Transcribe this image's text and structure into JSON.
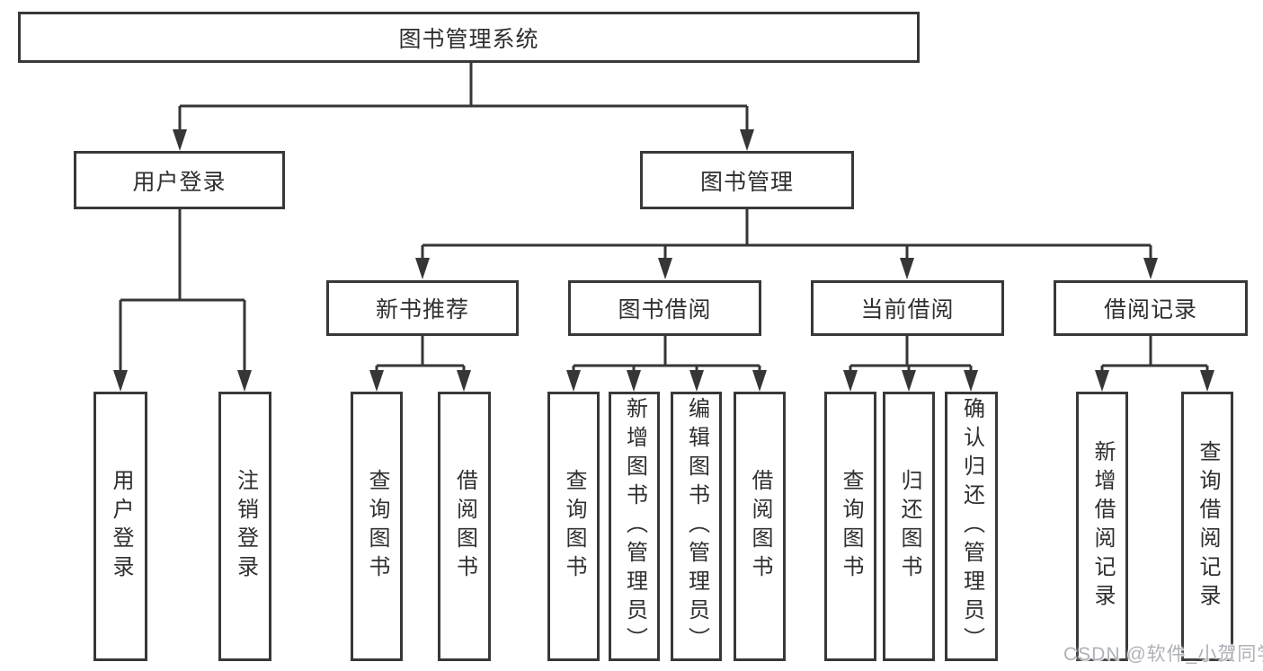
{
  "diagram": {
    "root": {
      "label": "图书管理系统"
    },
    "level2": {
      "user_login": {
        "label": "用户登录"
      },
      "book_management": {
        "label": "图书管理"
      }
    },
    "level3": {
      "new_book_recommend": {
        "label": "新书推荐"
      },
      "book_borrow": {
        "label": "图书借阅"
      },
      "current_borrow": {
        "label": "当前借阅"
      },
      "borrow_records": {
        "label": "借阅记录"
      }
    },
    "leaves": {
      "user_login": {
        "label": "用户登录"
      },
      "logout": {
        "label": "注销登录"
      },
      "rec_query_books": {
        "label": "查询图书"
      },
      "rec_borrow_books": {
        "label": "借阅图书"
      },
      "borrow_query_books": {
        "label": "查询图书"
      },
      "borrow_add_books_admin": {
        "label": "新增图书（管理员）"
      },
      "borrow_edit_books_admin": {
        "label": "编辑图书（管理员）"
      },
      "borrow_borrow_books": {
        "label": "借阅图书"
      },
      "current_query_books": {
        "label": "查询图书"
      },
      "current_return_books": {
        "label": "归还图书"
      },
      "current_confirm_return_admin": {
        "label": "确认归还（管理员）"
      },
      "records_add_borrow_record": {
        "label": "新增借阅记录"
      },
      "records_query_borrow_record": {
        "label": "查询借阅记录"
      }
    }
  },
  "watermark": {
    "text": "CSDN @软件_小贺同学"
  },
  "colors": {
    "line": "#363636",
    "box_border": "#383838",
    "text": "#2f2f2f",
    "background": "#ffffff",
    "watermark": "#aeb1b8"
  }
}
